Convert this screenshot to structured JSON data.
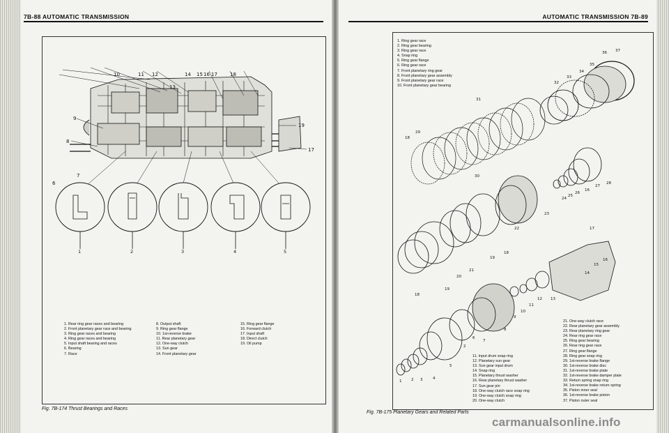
{
  "left_page": {
    "header": "7B-88 AUTOMATIC TRANSMISSION",
    "caption": "Fig. 7B-174 Thrust Bearings and Races",
    "legend_col1": [
      "1.  Rear ring gear races and bearing",
      "2.  Front planetary gear race and bearing",
      "3.  Ring gear races and bearing",
      "4.  Ring gear races and bearing",
      "5.  Input shaft bearing and races",
      "6.  Bearing",
      "7.  Race"
    ],
    "legend_col2": [
      "8.  Output shaft",
      "9.  Ring gear flange",
      "10.  1st-reverse brake",
      "11.  Rear planetary gear",
      "12.  One-way clutch",
      "13.  Sun gear",
      "14.  Front planetary gear"
    ],
    "legend_col3": [
      "15.  Ring gear flange",
      "16.  Forward clutch",
      "17.  Input shaft",
      "18.  Direct clutch",
      "19.  Oil pump"
    ]
  },
  "right_page": {
    "header": "AUTOMATIC TRANSMISSION  7B-89",
    "caption": "Fig. 7B-175 Planetary Gears and Related Parts",
    "legend_top": [
      "1.  Ring gear race",
      "2.  Ring gear bearing",
      "3.  Ring gear race",
      "4.  Snap ring",
      "5.  Ring gear flange",
      "6.  Ring gear race",
      "7.  Front planetary ring gear",
      "8.  Front planetary gear assembly",
      "9.  Front planetary gear race",
      "10.  Front planetary gear bearing"
    ],
    "legend_mid": [
      "11.  Input drum snap ring",
      "12.  Planetary sun gear",
      "13.  Sun gear input drum",
      "14.  Snap ring",
      "15.  Planetary thrust washer",
      "16.  Rear planetary thrust washer",
      "17.  Sun gear pin",
      "18.  One-way clutch race snap ring",
      "19.  One-way clutch snap ring",
      "20.  One-way clutch"
    ],
    "legend_right": [
      "21.  One-way clutch race",
      "22.  Rear planetary gear assembly",
      "23.  Rear planetary ring gear",
      "24.  Rear ring gear race",
      "25.  Ring gear bearing",
      "26.  Rear ring gear race",
      "27.  Ring gear flange",
      "28.  Ring gear snap ring",
      "29.  1st-reverse brake flange",
      "30.  1st-reverse brake disc",
      "31.  1st-reverse brake plate",
      "32.  1st-reverse brake damper plate",
      "33.  Return spring snap ring",
      "34.  1st-reverse brake return spring",
      "35.  Piston inner seal",
      "36.  1st-reverse brake piston",
      "37.  Piston outer seal"
    ]
  },
  "left_callouts_top": [
    "10",
    "11",
    "12",
    "13",
    "14",
    "15",
    "16",
    "17",
    "18"
  ],
  "left_callouts_side": [
    "9",
    "8",
    "19",
    "17",
    "7",
    "6"
  ],
  "left_detail_labels": [
    "1",
    "2",
    "3",
    "4",
    "5"
  ],
  "right_callouts": [
    "36",
    "37",
    "35",
    "34",
    "33",
    "32",
    "31",
    "29",
    "18",
    "30",
    "24",
    "25",
    "26",
    "16",
    "27",
    "28",
    "22",
    "23",
    "17",
    "16",
    "15",
    "14",
    "19",
    "18",
    "21",
    "20",
    "19",
    "18",
    "12",
    "13",
    "11",
    "10",
    "9",
    "8",
    "7",
    "6",
    "2",
    "5",
    "1",
    "2",
    "3",
    "4"
  ],
  "watermark": "carmanualsonline.info"
}
